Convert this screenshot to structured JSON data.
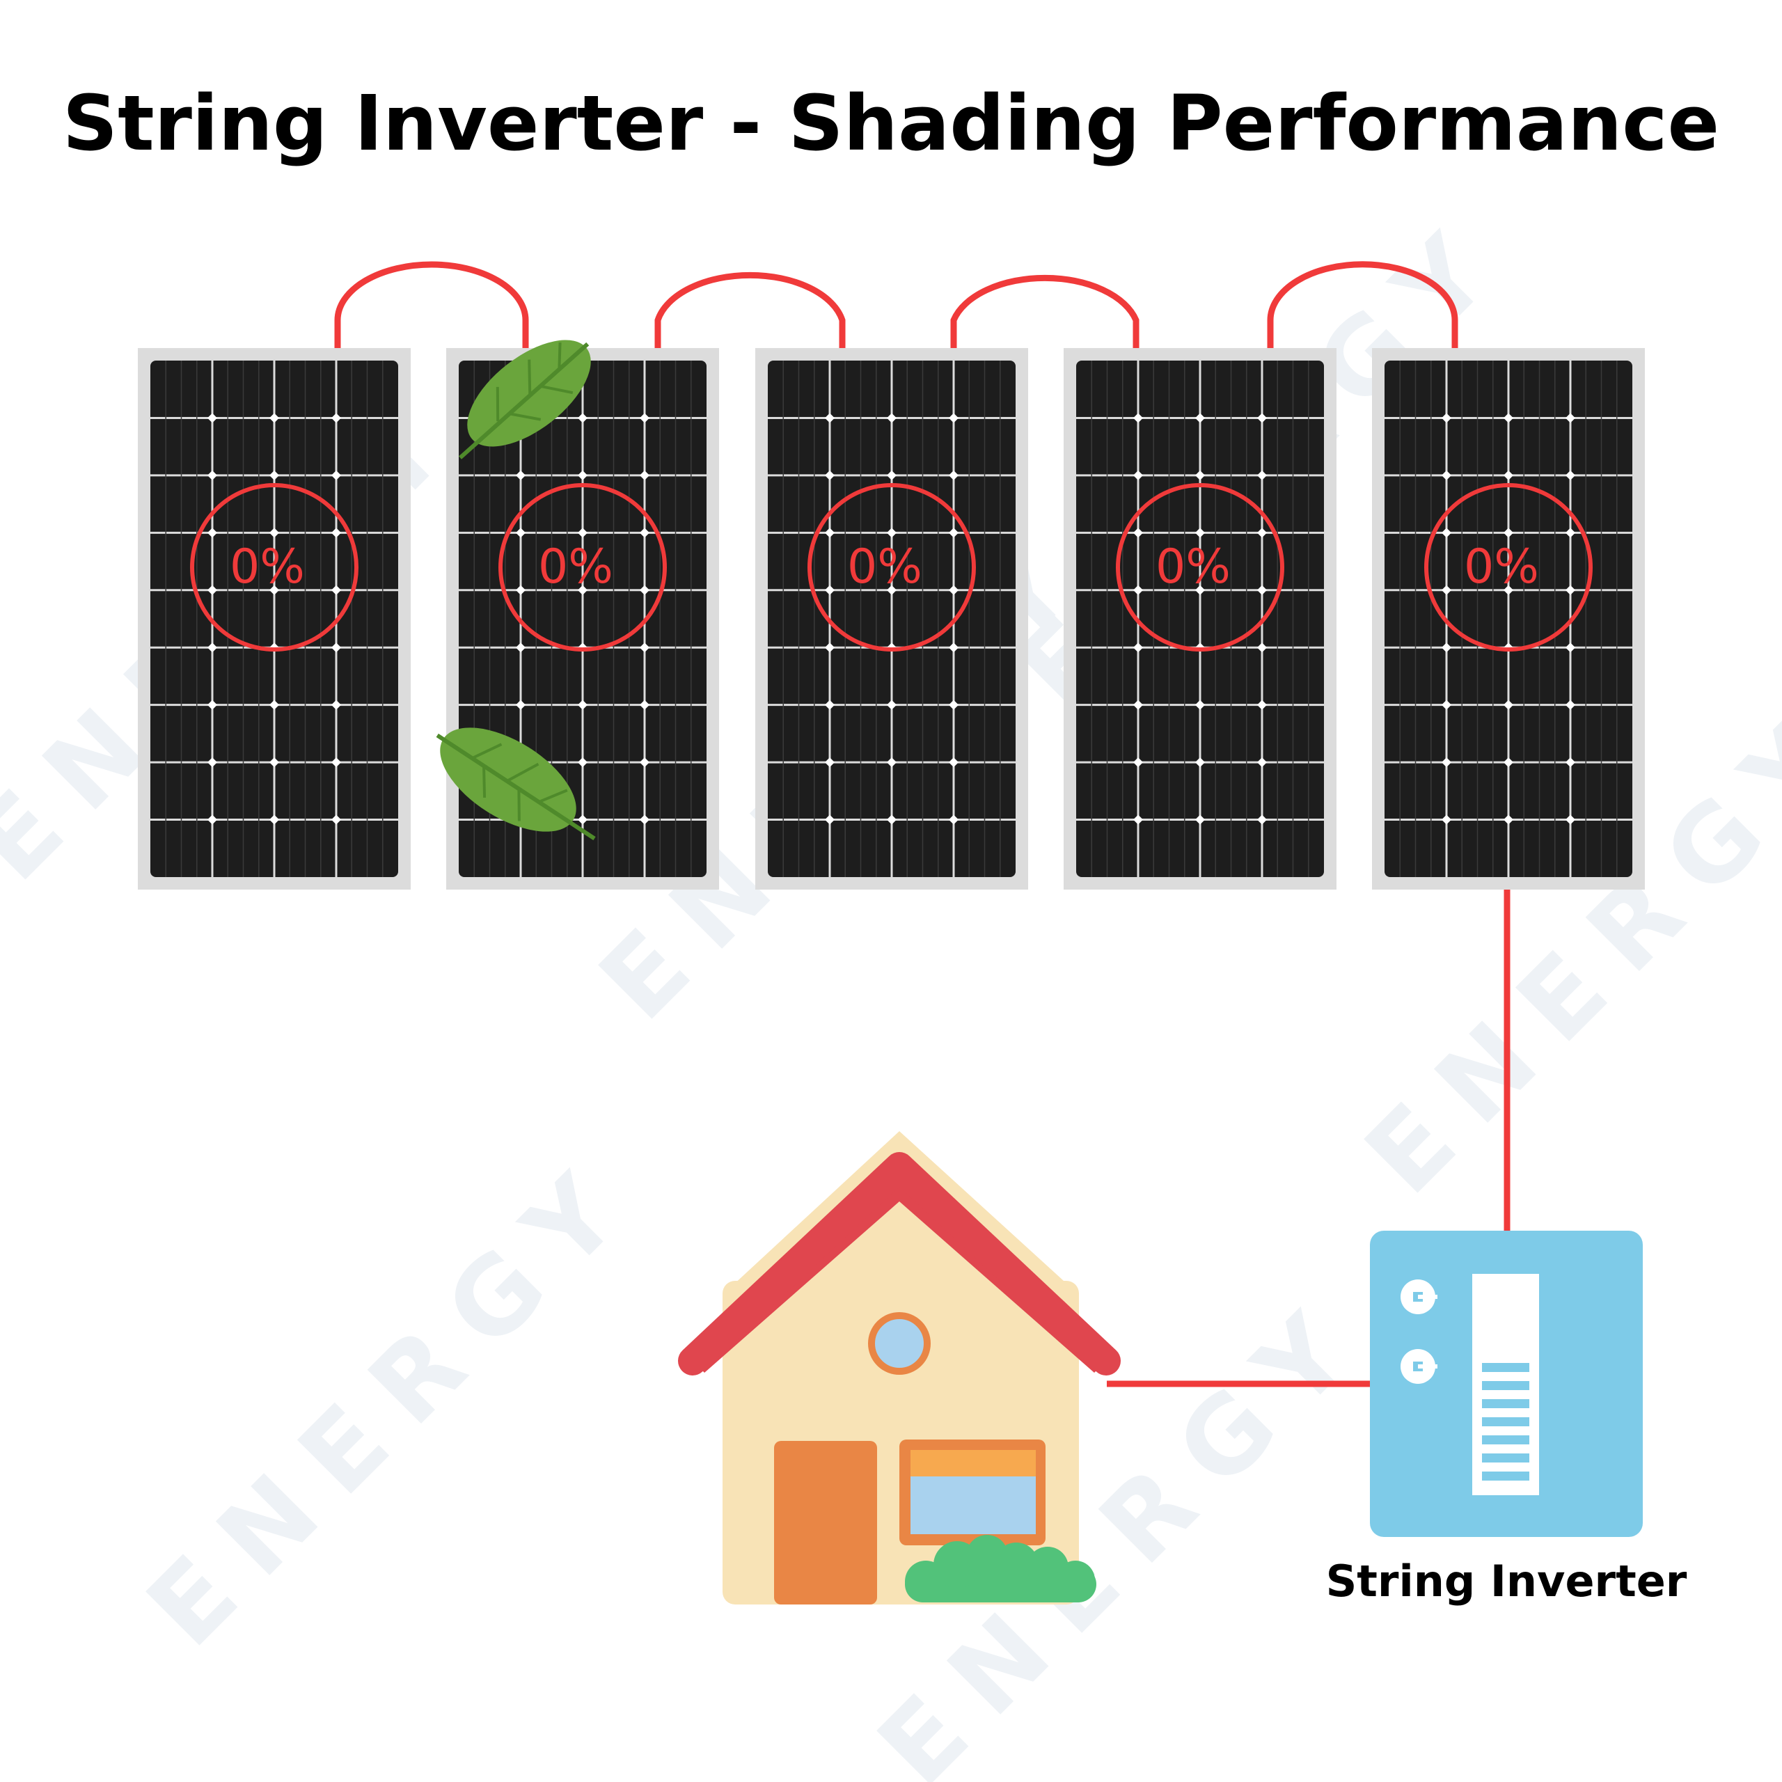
{
  "title": "String Inverter - Shading Performance",
  "panels": [
    {
      "efficiency_label": "0%"
    },
    {
      "efficiency_label": "0%"
    },
    {
      "efficiency_label": "0%"
    },
    {
      "efficiency_label": "0%"
    },
    {
      "efficiency_label": "0%"
    }
  ],
  "inverter": {
    "label": "String Inverter"
  },
  "watermark": {
    "text": "ENERGY"
  },
  "colors": {
    "wire": "#f03a3a",
    "panel_frame": "#dcdcdc",
    "panel_cells": "#1d1d1d",
    "leaf": "#6aa53c",
    "roof": "#e0464e",
    "house_wall": "#f8e3b6",
    "door": "#e98645",
    "window_glass": "#a9d2ee",
    "awning": "#f7a94f",
    "bush": "#52c27a",
    "inverter_body": "#7ecbe8",
    "watermark": "#eef2f6"
  },
  "icons": [
    "leaf-icon",
    "house-icon",
    "bush-icon",
    "inverter-icon",
    "solar-panel-icon"
  ]
}
